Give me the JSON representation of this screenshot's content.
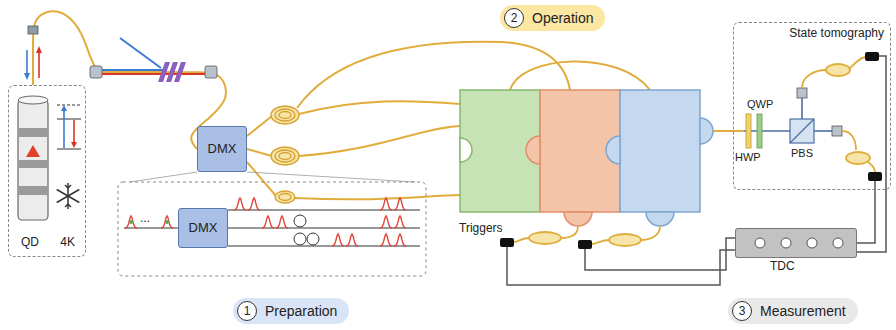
{
  "diagram": {
    "nodes": [
      {
        "text": [
          "QD",
          "4K"
        ]
      },
      {
        "text": [
          "DMX"
        ]
      },
      {
        "text": [
          "DMX"
        ]
      },
      {
        "text": [
          "2",
          "Operation"
        ]
      },
      {
        "text": [
          "State tomography"
        ]
      },
      {
        "text": [
          "TDC"
        ]
      },
      {
        "text": [
          "1",
          "Preparation"
        ]
      },
      {
        "text": [
          "3",
          "Measurement"
        ]
      }
    ],
    "edges": [
      {
        "from": 0,
        "to": 1,
        "arrow": "none"
      },
      {
        "from": 4,
        "to": 5,
        "arrow": "none"
      }
    ],
    "labels": [
      "...",
      "Triggers",
      "HWP",
      "QWP",
      "PBS"
    ]
  }
}
